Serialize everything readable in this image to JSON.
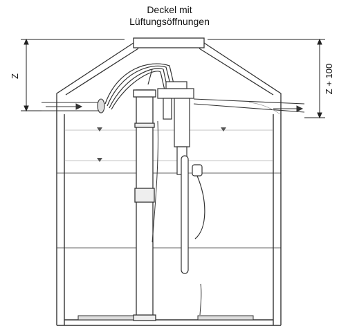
{
  "lid_label": {
    "line1": "Deckel mit",
    "line2": "Lüftungsöffnungen"
  },
  "dimension_left": "Z",
  "dimension_right": "Z + 100"
}
